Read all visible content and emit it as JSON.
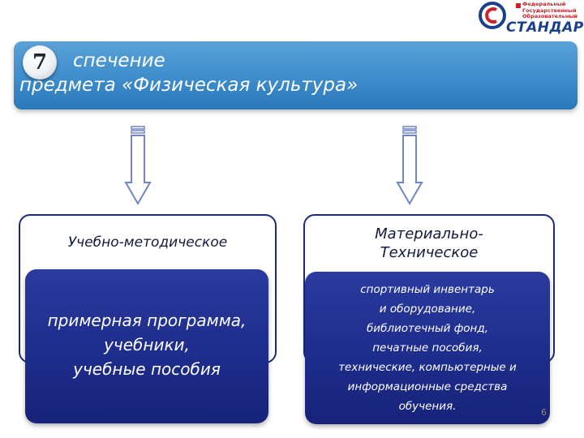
{
  "logo": {
    "line1": "Федеральный",
    "line2": "Государственный",
    "line3": "Образовательный",
    "brand": "СТАНДАРТ"
  },
  "header": {
    "number": "7",
    "line1": "спечение",
    "line2": "предмета «Физическая культура»"
  },
  "left_card": {
    "heading": "Учебно-методическое",
    "items": [
      "примерная программа,",
      "учебники,",
      "учебные пособия"
    ]
  },
  "right_card": {
    "heading_line1": "Материально-",
    "heading_line2": "Техническое",
    "items": [
      "спортивный инвентарь",
      "и оборудование,",
      "библиотечный фонд,",
      "печатные пособия,",
      "технические, компьютерные и",
      "информационные средства",
      "обучения."
    ]
  },
  "page_number": "6",
  "colors": {
    "banner": "#3d8ccb",
    "card_border": "#1d2a7a",
    "inner_box": "#1d2c8a",
    "arrow": "#6f86c4"
  }
}
